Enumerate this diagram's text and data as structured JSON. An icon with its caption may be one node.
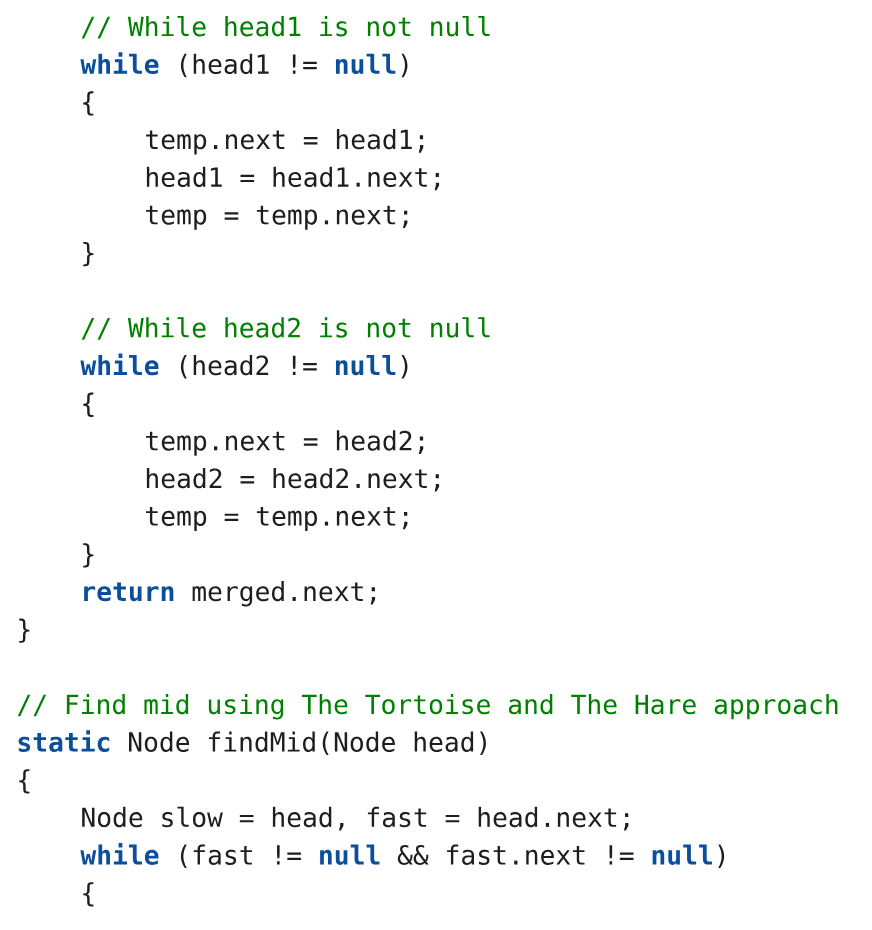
{
  "diagram": {
    "labels": [
      "// While head1 is not null",
      "**while** (head1 != **null**)",
      "{",
      "temp.next = head1;",
      "head1 = head1.next;",
      "temp = temp.next;",
      "}",
      "// While head2 is not null",
      "**while** (head2 != **null**)",
      "{",
      "temp.next = head2;",
      "head2 = head2.next;",
      "temp = temp.next;",
      "}",
      "**return** merged.next;",
      "}",
      "// Find mid using The Tortoise and The Hare approach",
      "**static** Node findMid(Node head)",
      "{",
      "Node slow = head, fast = head.next;",
      "**while** (fast != **null** && fast.next != **null**)",
      "{"
    ]
  }
}
